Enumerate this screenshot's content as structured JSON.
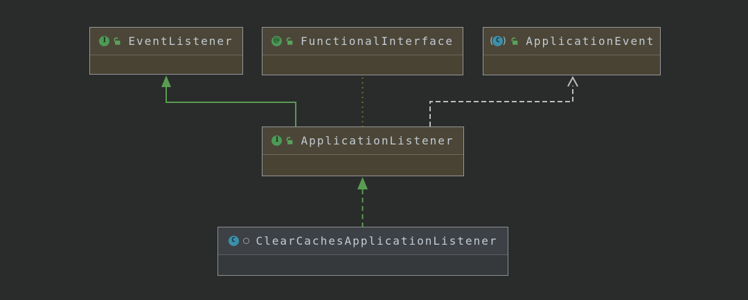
{
  "diagram": {
    "tool": "uml-class-diagram",
    "background_color": "#2a2c2b",
    "colors": {
      "inheritance_green": "#599c52",
      "annotation_olive": "#6d7030",
      "dependency_gray": "#bcbfc1",
      "library_node_fill": "#4c4638",
      "project_node_fill": "#3d4145",
      "interface_icon_green": "#4d9a57",
      "class_icon_teal": "#3c8fa8",
      "label_text": "#c2cbd3"
    },
    "nodes": [
      {
        "label": "EventListener",
        "kind": "interface",
        "visibility": "public",
        "icon_letter": "I",
        "scope": "library"
      },
      {
        "label": "FunctionalInterface",
        "kind": "annotation",
        "visibility": "public",
        "icon_letter": "@",
        "scope": "library"
      },
      {
        "label": "ApplicationEvent",
        "kind": "abstract-class",
        "visibility": "public",
        "icon_letter": "C",
        "paren_left": "(",
        "paren_right": ")",
        "scope": "library"
      },
      {
        "label": "ApplicationListener",
        "kind": "interface",
        "visibility": "public",
        "icon_letter": "I",
        "scope": "library"
      },
      {
        "label": "ClearCachesApplicationListener",
        "kind": "class",
        "visibility": "package-private",
        "icon_letter": "C",
        "scope": "project"
      }
    ],
    "edges": [
      {
        "name": "extends",
        "from": "ApplicationListener",
        "to": "EventListener",
        "line": "solid",
        "arrow": "filled-triangle",
        "color": "#599c52"
      },
      {
        "name": "annotated-by",
        "from": "ApplicationListener",
        "to": "FunctionalInterface",
        "line": "dotted",
        "arrow": "none",
        "color": "#6d7030"
      },
      {
        "name": "depends-on",
        "from": "ApplicationListener",
        "to": "ApplicationEvent",
        "line": "dashed",
        "arrow": "open",
        "color": "#bcbfc1"
      },
      {
        "name": "implements",
        "from": "ClearCachesApplicationListener",
        "to": "ApplicationListener",
        "line": "dashed",
        "arrow": "filled-triangle",
        "color": "#599c52"
      }
    ]
  }
}
